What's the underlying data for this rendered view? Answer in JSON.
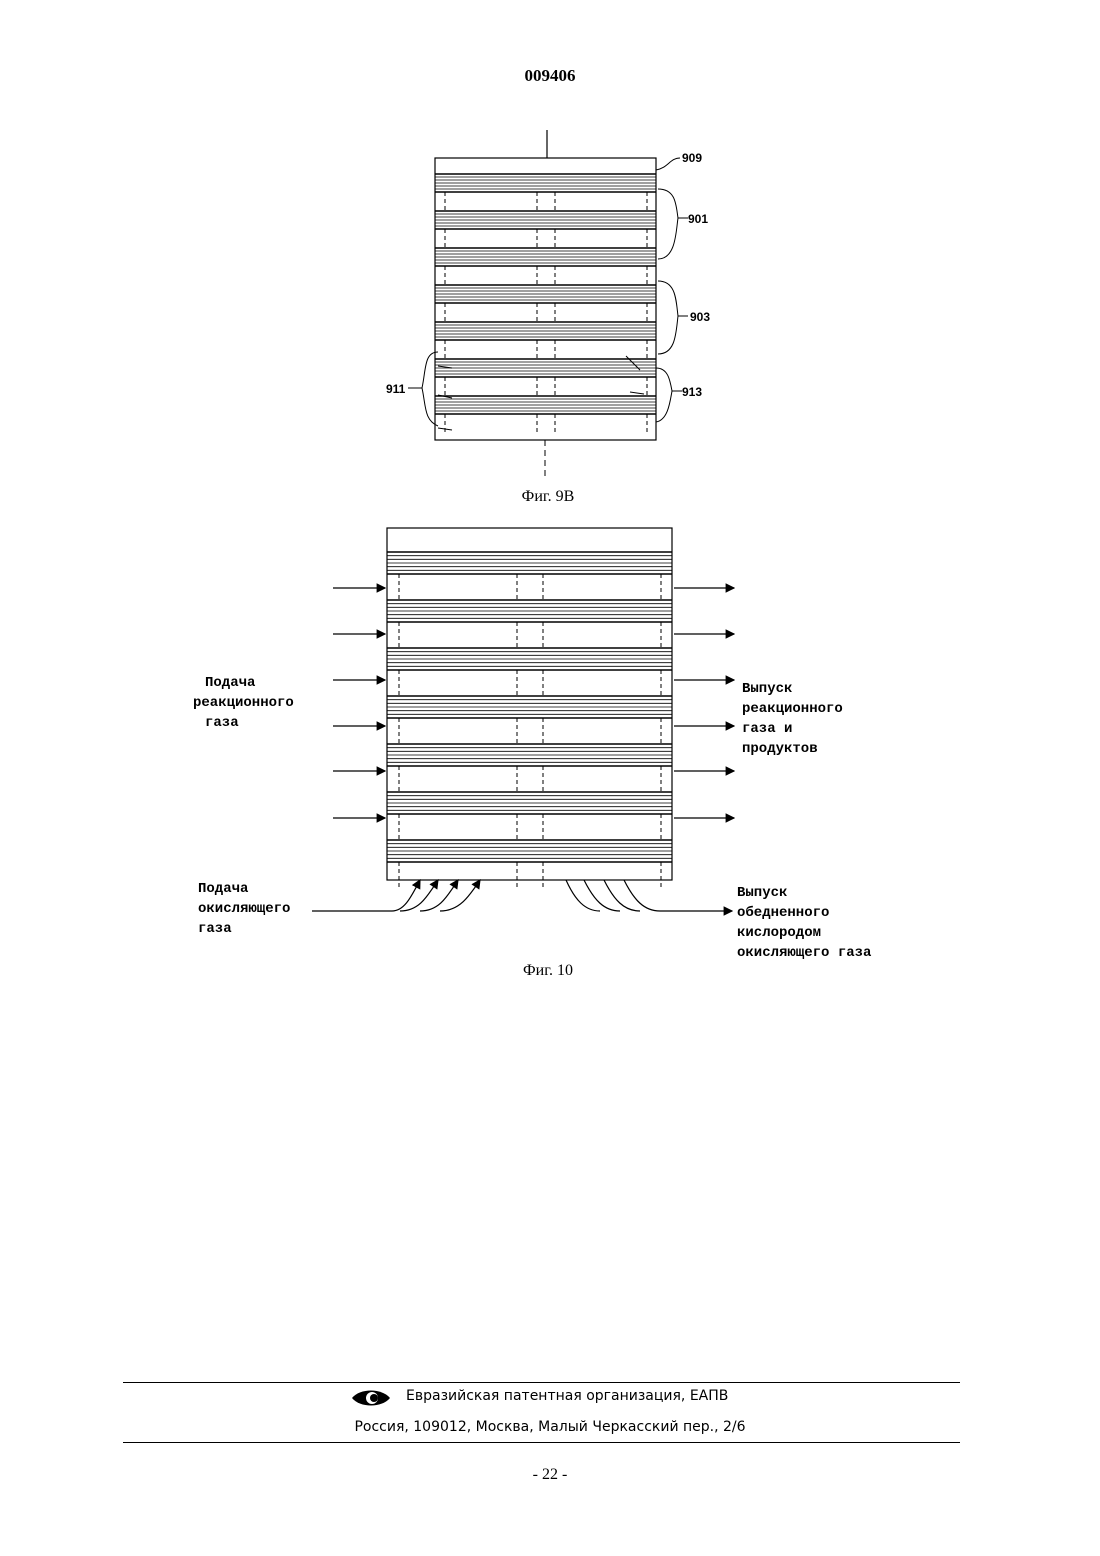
{
  "header": {
    "doc_number": "009406"
  },
  "figure_9b": {
    "caption": "Фиг. 9B",
    "labels": {
      "r909": "909",
      "r901": "901",
      "r903": "903",
      "r911": "911",
      "r913": "913"
    }
  },
  "figure_10": {
    "caption": "Фиг. 10",
    "labels": {
      "reaction_gas_in": [
        "Подача",
        "реакционного",
        "газа"
      ],
      "reaction_gas_out": [
        "Выпуск",
        "реакционного",
        "газа и",
        "продуктов"
      ],
      "oxidant_in": [
        "Подача",
        "окисляющего",
        "газа"
      ],
      "oxidant_out": [
        "Выпуск",
        "обедненного",
        "кислородом",
        "окисляющего газа"
      ]
    }
  },
  "footer": {
    "org": "Евразийская патентная организация, ЕАПВ",
    "address": "Россия, 109012, Москва, Малый Черкасский пер., 2/6",
    "page": "- 22 -",
    "logo_icon": "eapo-eye-icon"
  }
}
